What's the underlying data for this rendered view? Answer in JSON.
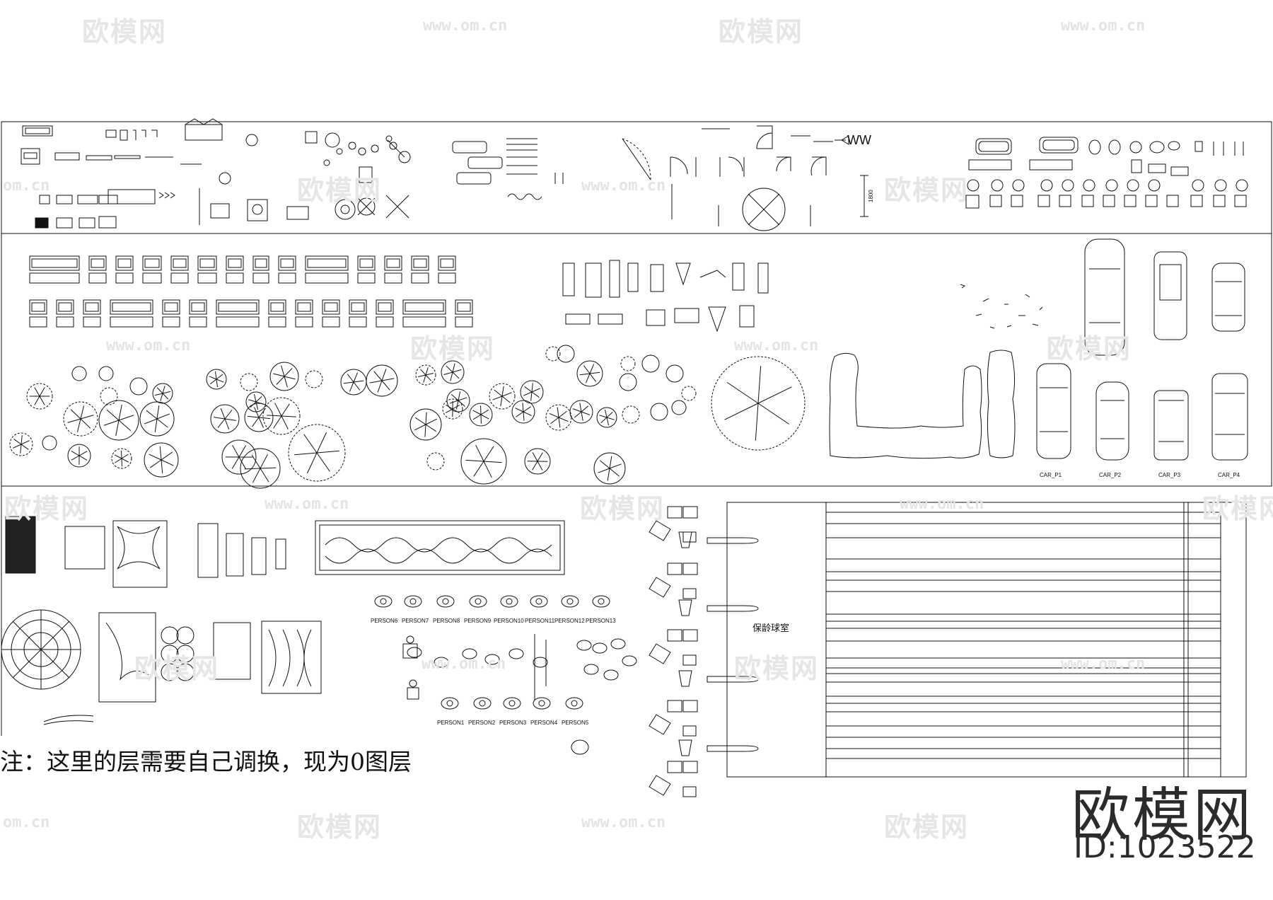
{
  "watermarks": {
    "brand": "欧模网",
    "url": "www.om.cn",
    "url_partial": "om.cn"
  },
  "labels": {
    "cars": [
      "CAR_P1",
      "CAR_P2",
      "CAR_P3",
      "CAR_P4"
    ],
    "persons_top": [
      "PERSON6",
      "PERSON7",
      "PERSON8",
      "PERSON9",
      "PERSON10",
      "PERSON11",
      "PERSON12",
      "PERSON13"
    ],
    "persons_bottom": [
      "PERSON1",
      "PERSON2",
      "PERSON3",
      "PERSON4",
      "PERSON5"
    ],
    "dim_width": "WW",
    "dim_1800": "1800",
    "bowling_hall": "保龄球室"
  },
  "note": "注：这里的层需要自己调换，现为0图层",
  "brand_logo": "欧模网",
  "brand_id": "ID:1023522"
}
